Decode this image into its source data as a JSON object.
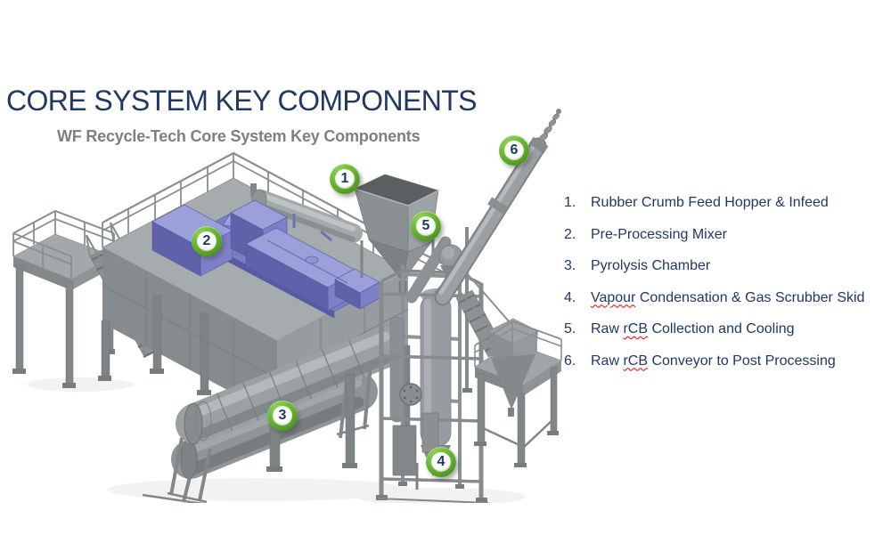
{
  "title": "CORE SYSTEM KEY COMPONENTS",
  "subtitle": "WF Recycle-Tech Core System Key Components",
  "diagram": {
    "badges": [
      {
        "label": "1"
      },
      {
        "label": "2"
      },
      {
        "label": "3"
      },
      {
        "label": "4"
      },
      {
        "label": "5"
      },
      {
        "label": "6"
      }
    ]
  },
  "components": [
    {
      "num": "1.",
      "segments": [
        {
          "text": "Rubber Crumb Feed Hopper & Infeed"
        }
      ]
    },
    {
      "num": "2.",
      "segments": [
        {
          "text": "Pre-Processing Mixer"
        }
      ]
    },
    {
      "num": "3.",
      "segments": [
        {
          "text": "Pyrolysis Chamber"
        }
      ]
    },
    {
      "num": "4.",
      "segments": [
        {
          "text": "Vapour",
          "spellcheck": true
        },
        {
          "text": " Condensation & Gas Scrubber Skid"
        }
      ]
    },
    {
      "num": "5.",
      "segments": [
        {
          "text": "Raw "
        },
        {
          "text": "rCB",
          "spellcheck": true
        },
        {
          "text": " Collection and Cooling"
        }
      ]
    },
    {
      "num": "6.",
      "segments": [
        {
          "text": "Raw "
        },
        {
          "text": "rCB",
          "spellcheck": true
        },
        {
          "text": " Conveyor to Post Processing"
        }
      ]
    }
  ],
  "colors": {
    "title_navy": "#1f3864",
    "subtitle_gray": "#7f7f7f",
    "badge_green": "#62b02c",
    "badge_ring_dark": "#3e7d17",
    "spellcheck_red": "#e60000",
    "machine_gray": "#9aa0a3",
    "mixer_highlight_blue": "#7b80c5"
  }
}
